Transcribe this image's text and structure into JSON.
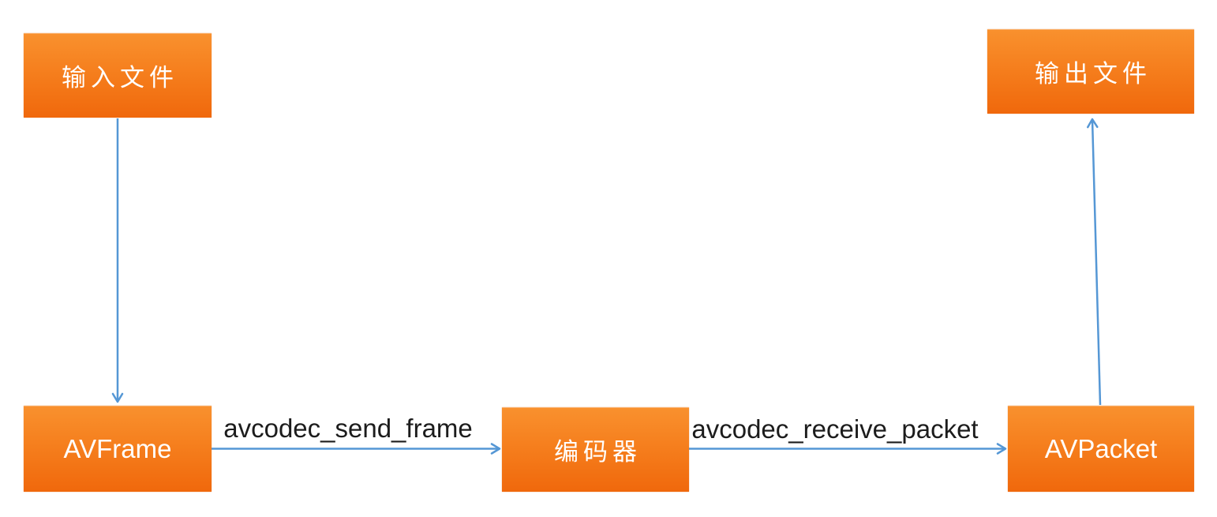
{
  "diagram": {
    "description": "FFmpeg encoding flow diagram",
    "nodes": [
      {
        "id": "input-file",
        "label": "输入文件"
      },
      {
        "id": "avframe",
        "label": "AVFrame"
      },
      {
        "id": "encoder",
        "label": "编码器"
      },
      {
        "id": "avpacket",
        "label": "AVPacket"
      },
      {
        "id": "output-file",
        "label": "输出文件"
      }
    ],
    "edges": [
      {
        "from": "input-file",
        "to": "avframe",
        "label": ""
      },
      {
        "from": "avframe",
        "to": "encoder",
        "label": "avcodec_send_frame"
      },
      {
        "from": "encoder",
        "to": "avpacket",
        "label": "avcodec_receive_packet"
      },
      {
        "from": "avpacket",
        "to": "output-file",
        "label": ""
      }
    ],
    "colors": {
      "node_fill_top": "#f9912e",
      "node_fill_bottom": "#f0680c",
      "node_text": "#ffffff",
      "arrow": "#5597d5",
      "edge_label_text": "#1c1c1c",
      "background": "#ffffff"
    }
  }
}
